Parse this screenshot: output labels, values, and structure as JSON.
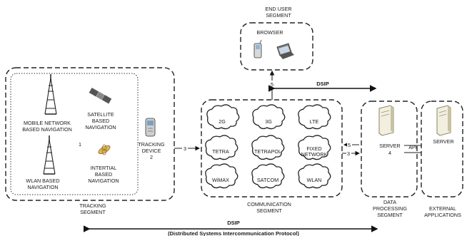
{
  "end_user": {
    "segment_label_line1": "END USER",
    "segment_label_line2": "SEGMENT",
    "browser_label": "BROWSER"
  },
  "tracking": {
    "mobile_line1": "MOBILE NETWORK",
    "mobile_line2": "BASED NAVIGATION",
    "satellite_line1": "SATELLITE",
    "satellite_line2": "BASED",
    "satellite_line3": "NAVIGATION",
    "number": "1",
    "wlan_line1": "WLAN BASED",
    "wlan_line2": "NAVIGATION",
    "inertial_line1": "INTERTIAL",
    "inertial_line2": "BASED",
    "inertial_line3": "NAVIGATION",
    "device_line1": "TRACKING",
    "device_line2": "DEVICE",
    "device_number": "2",
    "segment_line1": "TRACKING",
    "segment_line2": "SEGMENT"
  },
  "communication": {
    "networks": [
      "2G",
      "3G",
      "LTE",
      "TETRA",
      "TETRAPOL",
      "FIXED NETWORK",
      "WiMAX",
      "SATCOM",
      "WLAN"
    ],
    "fixed_line1": "FIXED",
    "fixed_line2": "NETWORK",
    "segment_line1": "COMMUNICATION",
    "segment_line2": "SEGMENT"
  },
  "data_processing": {
    "server_label": "SERVER",
    "number": "4",
    "segment_line1": "DATA",
    "segment_line2": "PROCESSING",
    "segment_line3": "SEGMENT"
  },
  "external": {
    "server_label": "SERVER",
    "api_label": "API",
    "segment_line1": "EXTERNAL",
    "segment_line2": "APPLICATIONS"
  },
  "connectors": {
    "label_3a": "3",
    "label_3b": "3",
    "label_5a": "5",
    "label_5b": "5",
    "dsip_top": "DSIP",
    "dsip_bottom": "DSIP",
    "dsip_full": "(Distributed Systems Intercommunication Protocol)"
  },
  "colors": {
    "line": "#222222",
    "server_body": "#f2efe0",
    "server_shade": "#c9c2a0",
    "device_body": "#cfcfcf",
    "laptop": "#6f6f6f"
  }
}
